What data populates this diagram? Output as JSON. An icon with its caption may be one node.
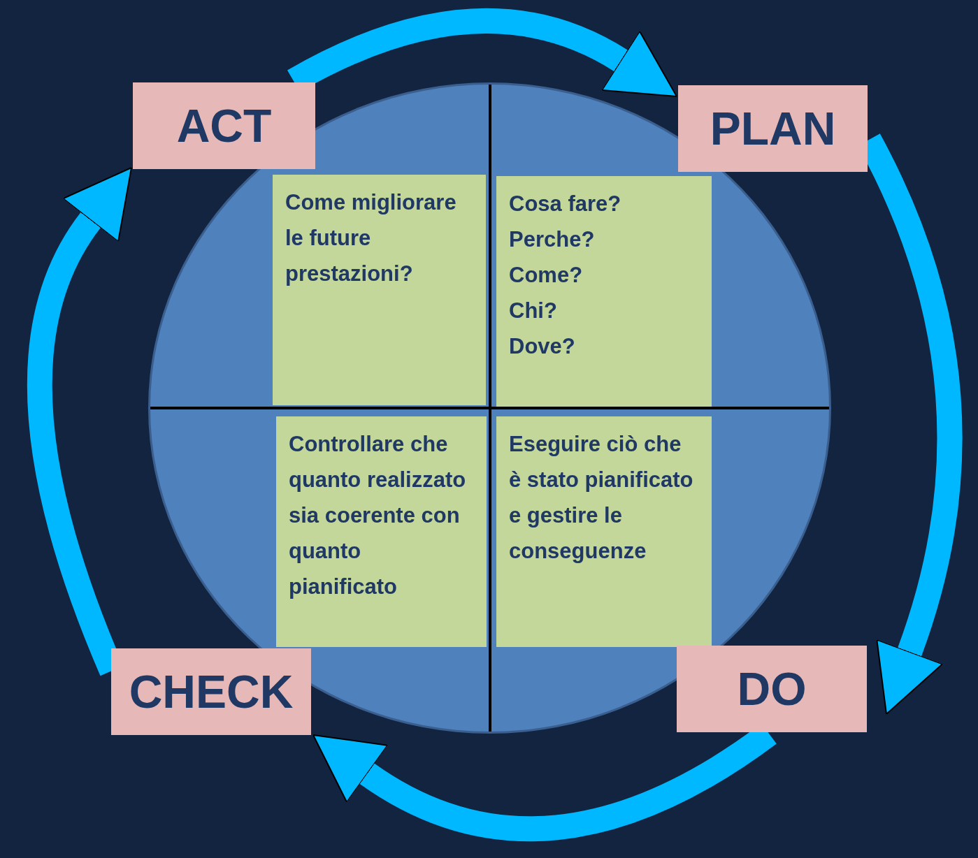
{
  "diagram": {
    "nodes": [
      {
        "text": [
          "ACT"
        ]
      },
      {
        "text": [
          "PLAN"
        ]
      },
      {
        "text": [],
        "shape": "circle"
      },
      {
        "text": [
          "Come migliorare le future prestazioni?"
        ],
        "in": 2
      },
      {
        "text": [
          "Cosa fare?",
          "Perche?",
          "Come?",
          "Chi?",
          "Dove?"
        ],
        "in": 2
      },
      {
        "text": [
          "Controllare che quanto realizzato sia coerente con quanto pianificato"
        ],
        "in": 2
      },
      {
        "text": [
          "Eseguire ciò che è stato pianificato e gestire le conseguenze"
        ],
        "in": 2
      },
      {
        "text": [
          "CHECK"
        ]
      },
      {
        "text": [
          "DO"
        ]
      }
    ],
    "edges": [
      {
        "from": 0,
        "to": 1,
        "arrow": "to"
      },
      {
        "from": 1,
        "to": 8,
        "arrow": "to"
      },
      {
        "from": 8,
        "to": 7,
        "arrow": "to"
      },
      {
        "from": 7,
        "to": 0,
        "arrow": "to"
      }
    ]
  }
}
